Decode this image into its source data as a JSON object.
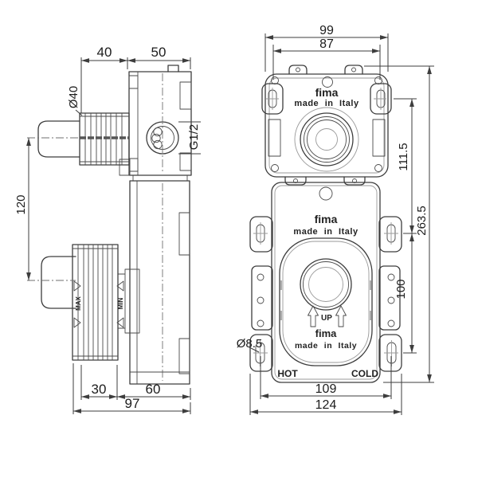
{
  "colors": {
    "background": "#ffffff",
    "line": "#3d3d3d",
    "light_line": "#9a9a9a",
    "text": "#1c1c1c"
  },
  "side_view": {
    "dim_depth_knob": "40",
    "dim_depth_body": "50",
    "dim_knob_diameter": "Ø40",
    "dim_thread": "G1/2",
    "dim_centers_height": "120",
    "dim_adjust_range": "30",
    "dim_body_depth": "60",
    "dim_total_depth": "97",
    "label_max": "MAX",
    "label_min": "MIN"
  },
  "front_view": {
    "dim_width_outer": "99",
    "dim_width_holes": "87",
    "dim_upper_spacing": "111.5",
    "dim_total_height": "263.5",
    "dim_lower_spacing": "100",
    "dim_slot_hole": "Ø8.5",
    "dim_inlet_spacing": "109",
    "dim_bracket_width": "124",
    "brand": "fima",
    "origin": "made in Italy",
    "label_up": "UP",
    "label_hot": "HOT",
    "label_cold": "COLD"
  }
}
